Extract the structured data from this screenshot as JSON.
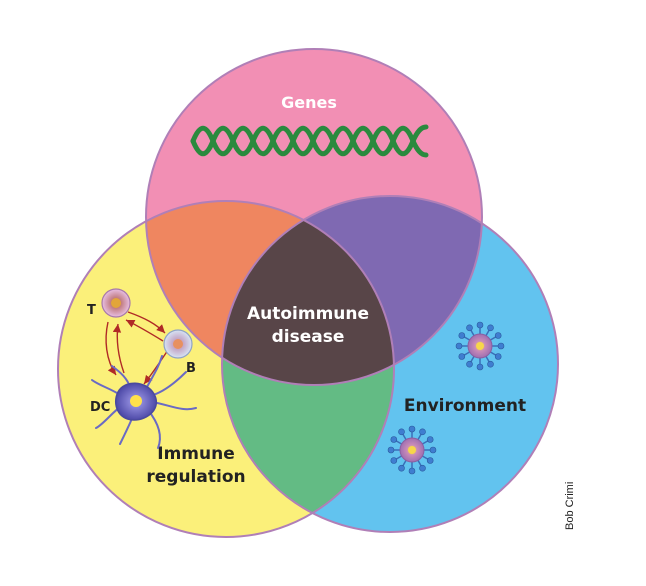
{
  "diagram": {
    "circles": {
      "genes": {
        "label": "Genes",
        "fill": "#f28fb4"
      },
      "immune": {
        "label_line1": "Immune",
        "label_line2": "regulation",
        "fill": "#fbf07a"
      },
      "environment": {
        "label": "Environment",
        "fill": "#62c3ef"
      }
    },
    "overlaps": {
      "genes_immune": "#ef8660",
      "genes_environment": "#7f69b2",
      "immune_environment": "#63bb84",
      "center": "#584548"
    },
    "center_label": {
      "line1": "Autoimmune",
      "line2": "disease"
    },
    "cells": {
      "t": "T",
      "b": "B",
      "dc": "DC"
    },
    "outline": "#b07fb7"
  },
  "credit": "Bob Crimi"
}
